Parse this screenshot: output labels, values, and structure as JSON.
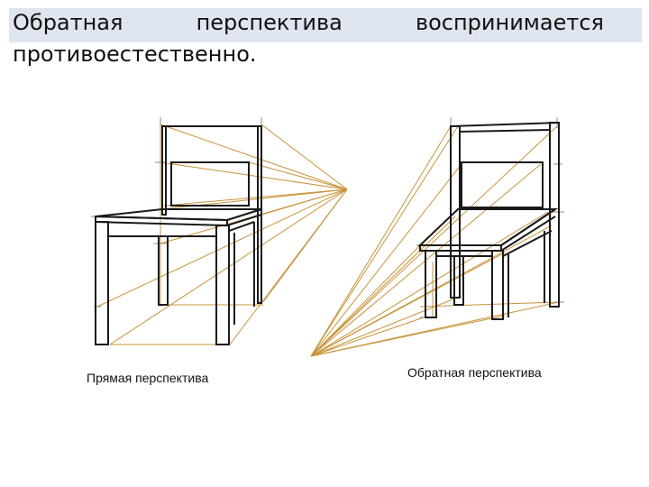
{
  "heading": {
    "words": [
      "Обратная",
      "перспектива",
      "воспринимается"
    ],
    "line2": "противоестественно."
  },
  "figure": {
    "left_caption": "Прямая перспектива",
    "right_caption": "Обратная перспектива",
    "colors": {
      "chair_stroke": "#1a1a1a",
      "projection_line": "#c8943a",
      "grid_line": "#9a8a70",
      "title_bar": "#dfe5ef"
    }
  }
}
